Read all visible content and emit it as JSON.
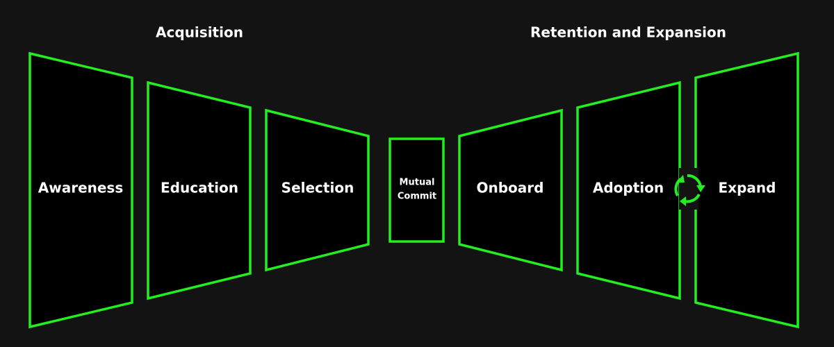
{
  "headings": {
    "acquisition": "Acquisition",
    "retention": "Retention and Expansion"
  },
  "stages": [
    {
      "label": "Awareness"
    },
    {
      "label": "Education"
    },
    {
      "label": "Selection"
    },
    {
      "label_line1": "Mutual",
      "label_line2": "Commit"
    },
    {
      "label": "Onboard"
    },
    {
      "label": "Adoption"
    },
    {
      "label": "Expand"
    }
  ],
  "colors": {
    "accent": "#22ee22",
    "background": "#131313",
    "text": "#ffffff"
  },
  "icons": {
    "cycle": "cycle-arrows-icon"
  }
}
